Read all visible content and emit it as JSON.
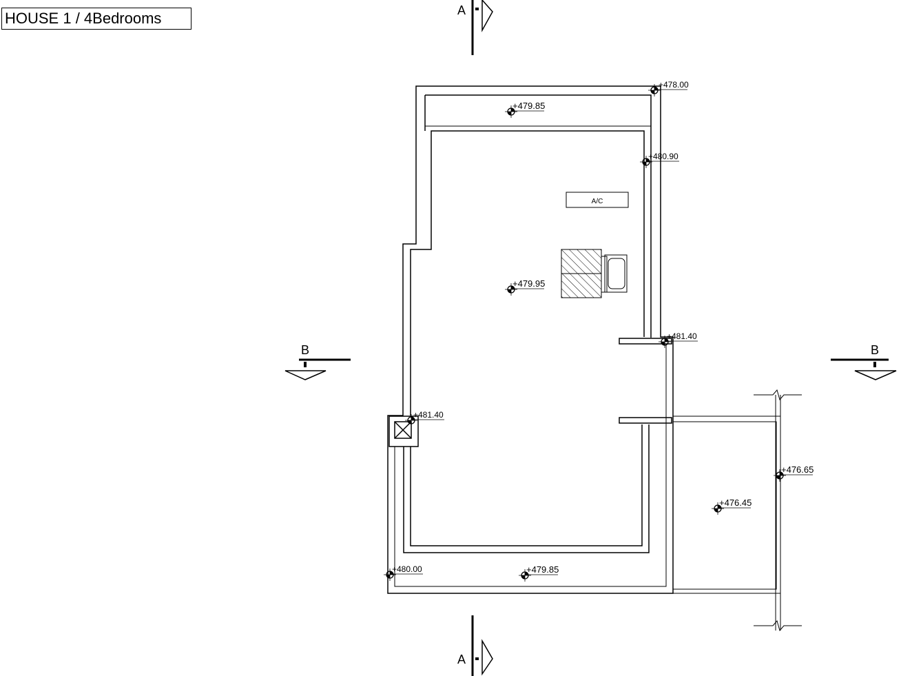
{
  "title": "HOUSE 1 / 4Bedrooms",
  "section_markers": {
    "a": "A",
    "b": "B"
  },
  "equipment": {
    "ac_label": "A/C"
  },
  "elevations": [
    {
      "id": "e1",
      "label": "+478.00"
    },
    {
      "id": "e2",
      "label": "+479.85"
    },
    {
      "id": "e3",
      "label": "+480.90"
    },
    {
      "id": "e4",
      "label": "+479.95"
    },
    {
      "id": "e5",
      "label": "+481.40"
    },
    {
      "id": "e6",
      "label": "+481.40"
    },
    {
      "id": "e7",
      "label": "+476.65"
    },
    {
      "id": "e8",
      "label": "+476.45"
    },
    {
      "id": "e9",
      "label": "+480.00"
    },
    {
      "id": "e10",
      "label": "+479.85"
    }
  ]
}
